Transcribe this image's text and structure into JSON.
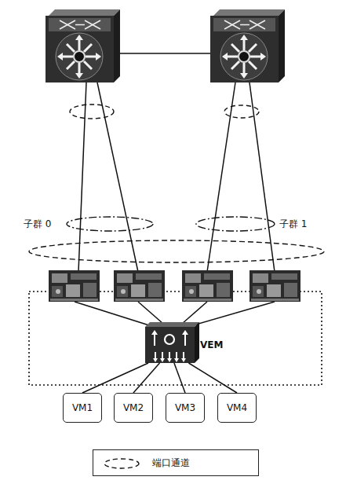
{
  "diagram": {
    "nodes": [
      {
        "text": [
          "VEM"
        ]
      },
      {
        "text": [
          "VM1"
        ]
      },
      {
        "text": [
          "VM2"
        ]
      },
      {
        "text": [
          "VM3"
        ]
      },
      {
        "text": [
          "VM4"
        ]
      }
    ],
    "edges": [
      {
        "from": 0,
        "to": 1,
        "arrow": "none"
      },
      {
        "from": 0,
        "to": 2,
        "arrow": "none"
      },
      {
        "from": 0,
        "to": 3,
        "arrow": "none"
      },
      {
        "from": 0,
        "to": 4,
        "arrow": "none"
      }
    ],
    "labels": [
      "子群 0",
      "子群 1"
    ],
    "legend": [
      {
        "text": "端口通道"
      }
    ]
  }
}
